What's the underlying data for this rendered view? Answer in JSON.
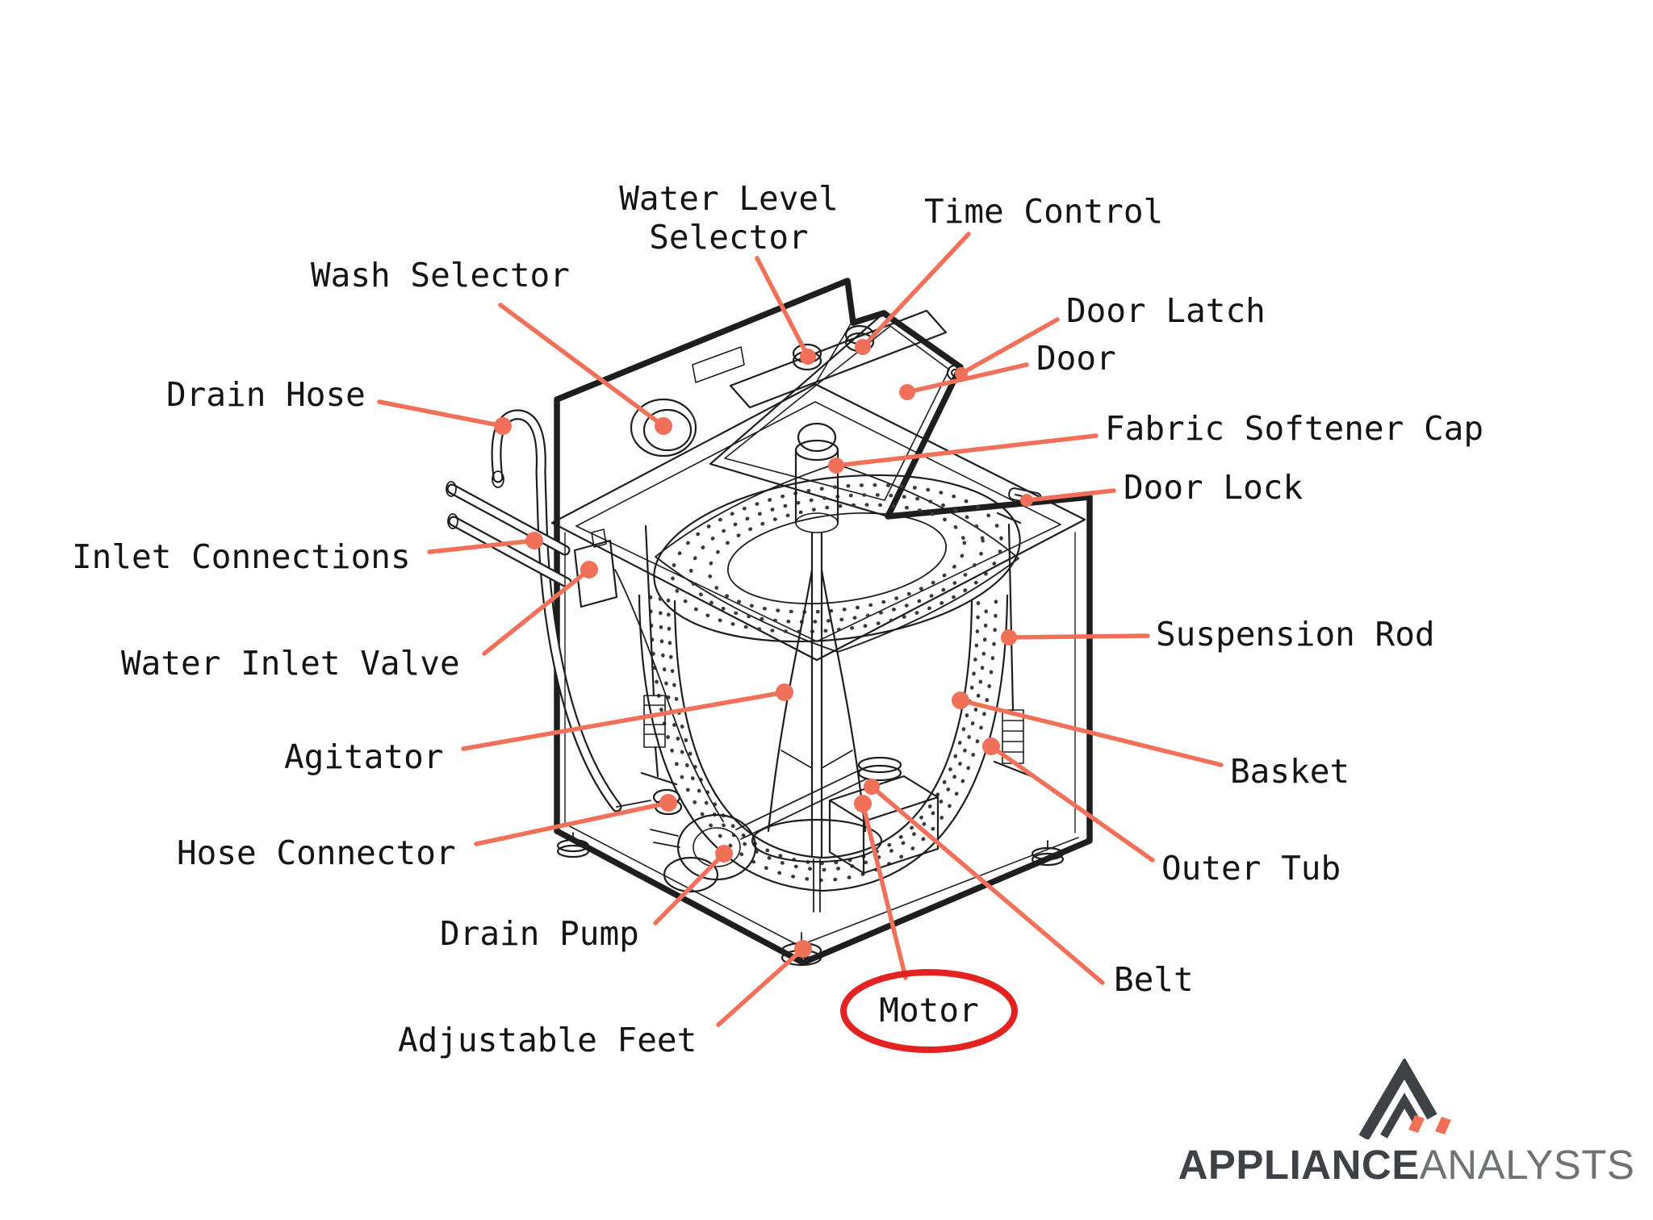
{
  "diagram": {
    "subject": "Top-load washing machine parts diagram",
    "highlighted_part": "Motor"
  },
  "labels": {
    "water_level_selector_line1": "Water Level",
    "water_level_selector_line2": "Selector",
    "time_control": "Time Control",
    "wash_selector": "Wash Selector",
    "drain_hose": "Drain Hose",
    "inlet_connections": "Inlet Connections",
    "water_inlet_valve": "Water Inlet Valve",
    "agitator": "Agitator",
    "hose_connector": "Hose Connector",
    "drain_pump": "Drain Pump",
    "adjustable_feet": "Adjustable Feet",
    "motor": "Motor",
    "belt": "Belt",
    "outer_tub": "Outer Tub",
    "basket": "Basket",
    "suspension_rod": "Suspension Rod",
    "door_latch": "Door Latch",
    "door": "Door",
    "fabric_softener_cap": "Fabric Softener Cap",
    "door_lock": "Door Lock"
  },
  "branding": {
    "logo_text_bold": "APPLIANCE",
    "logo_text_light": "ANALYSTS"
  },
  "colors": {
    "background": "#ffffff",
    "line_art": "#1e1e1e",
    "label_text": "#141414",
    "leader_line": "#f0705a",
    "highlight_ring": "#e32322",
    "logo_dark": "#3e4145",
    "logo_light": "#6f7275",
    "logo_accent": "#f0705a"
  }
}
